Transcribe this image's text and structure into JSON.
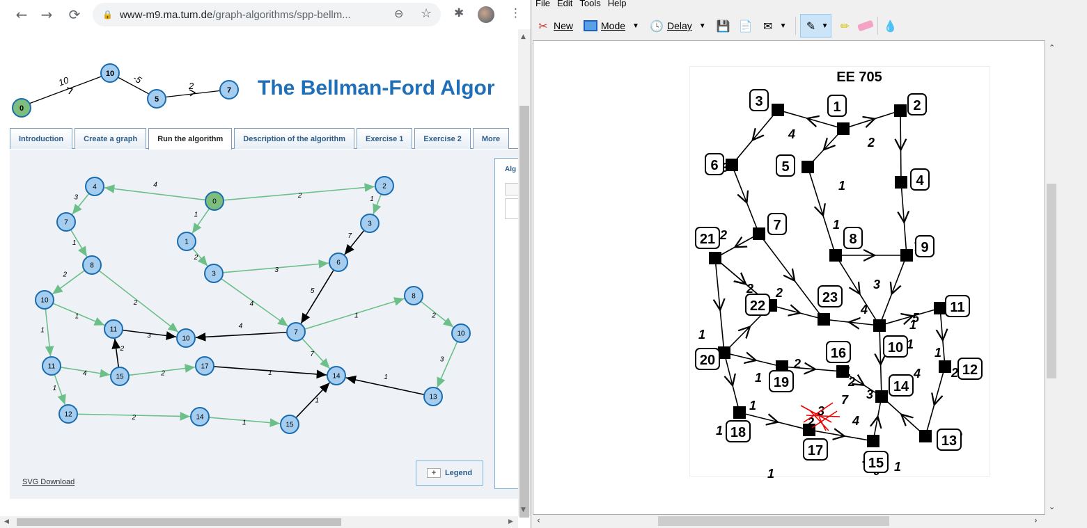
{
  "browser": {
    "url_host": "www-m9.ma.tum.de",
    "url_path": "/graph-algorithms/spp-bellm...",
    "page_title": "The Bellman-Ford Algor",
    "tabs": [
      {
        "label": "Introduction",
        "active": false
      },
      {
        "label": "Create a graph",
        "active": false
      },
      {
        "label": "Run the algorithm",
        "active": true
      },
      {
        "label": "Description of the algorithm",
        "active": false
      },
      {
        "label": "Exercise 1",
        "active": false
      },
      {
        "label": "Exercise 2",
        "active": false
      },
      {
        "label": "More",
        "active": false
      }
    ],
    "algo_panel_label": "Alg",
    "legend_label": "Legend",
    "legend_plus": "+",
    "svg_download": "SVG Download",
    "logo_graph": {
      "nodes": [
        "0",
        "10",
        "5",
        "7"
      ],
      "edges": [
        "10",
        "-5",
        "2"
      ]
    },
    "graph": {
      "nodes": [
        {
          "id": "n0",
          "label": "0",
          "start": true
        },
        {
          "id": "n4",
          "label": "4"
        },
        {
          "id": "n2",
          "label": "2"
        },
        {
          "id": "n7a",
          "label": "7"
        },
        {
          "id": "n1",
          "label": "1"
        },
        {
          "id": "n3b",
          "label": "3"
        },
        {
          "id": "n8a",
          "label": "8"
        },
        {
          "id": "n3",
          "label": "3"
        },
        {
          "id": "n6",
          "label": "6"
        },
        {
          "id": "n10a",
          "label": "10"
        },
        {
          "id": "n8b",
          "label": "8"
        },
        {
          "id": "n11a",
          "label": "11"
        },
        {
          "id": "n10b",
          "label": "10"
        },
        {
          "id": "n7",
          "label": "7"
        },
        {
          "id": "n10c",
          "label": "10"
        },
        {
          "id": "n11b",
          "label": "11"
        },
        {
          "id": "n15a",
          "label": "15"
        },
        {
          "id": "n17",
          "label": "17"
        },
        {
          "id": "n14a",
          "label": "14"
        },
        {
          "id": "n13",
          "label": "13"
        },
        {
          "id": "n12",
          "label": "12"
        },
        {
          "id": "n14b",
          "label": "14"
        },
        {
          "id": "n15b",
          "label": "15"
        }
      ],
      "edges": [
        {
          "from": "n0",
          "to": "n4",
          "w": "4",
          "color": "green"
        },
        {
          "from": "n0",
          "to": "n2",
          "w": "2",
          "color": "green"
        },
        {
          "from": "n0",
          "to": "n1",
          "w": "1",
          "color": "green"
        },
        {
          "from": "n4",
          "to": "n7a",
          "w": "3",
          "color": "green"
        },
        {
          "from": "n2",
          "to": "n3b",
          "w": "1",
          "color": "green"
        },
        {
          "from": "n7a",
          "to": "n8a",
          "w": "1",
          "color": "green"
        },
        {
          "from": "n1",
          "to": "n3",
          "w": "2",
          "color": "green"
        },
        {
          "from": "n3b",
          "to": "n6",
          "w": "7",
          "color": "black"
        },
        {
          "from": "n3",
          "to": "n6",
          "w": "3",
          "color": "green"
        },
        {
          "from": "n8a",
          "to": "n10a",
          "w": "2",
          "color": "green"
        },
        {
          "from": "n8a",
          "to": "n10b",
          "w": "2",
          "color": "green"
        },
        {
          "from": "n3",
          "to": "n7",
          "w": "4",
          "color": "green"
        },
        {
          "from": "n6",
          "to": "n7",
          "w": "5",
          "color": "black"
        },
        {
          "from": "n7",
          "to": "n8b",
          "w": "1",
          "color": "green"
        },
        {
          "from": "n8b",
          "to": "n10c",
          "w": "2",
          "color": "green"
        },
        {
          "from": "n10a",
          "to": "n11a",
          "w": "1",
          "color": "green"
        },
        {
          "from": "n10a",
          "to": "n11b",
          "w": "1",
          "color": "green"
        },
        {
          "from": "n11a",
          "to": "n10b",
          "w": "3",
          "color": "black"
        },
        {
          "from": "n7",
          "to": "n10b",
          "w": "4",
          "color": "black"
        },
        {
          "from": "n7",
          "to": "n14a",
          "w": "7",
          "color": "green"
        },
        {
          "from": "n10c",
          "to": "n13",
          "w": "3",
          "color": "green"
        },
        {
          "from": "n11b",
          "to": "n15a",
          "w": "4",
          "color": "green"
        },
        {
          "from": "n15a",
          "to": "n11a",
          "w": "2",
          "color": "black"
        },
        {
          "from": "n15a",
          "to": "n17",
          "w": "2",
          "color": "green"
        },
        {
          "from": "n17",
          "to": "n14a",
          "w": "1",
          "color": "black"
        },
        {
          "from": "n13",
          "to": "n14a",
          "w": "1",
          "color": "black"
        },
        {
          "from": "n11b",
          "to": "n12",
          "w": "1",
          "color": "green"
        },
        {
          "from": "n12",
          "to": "n14b",
          "w": "2",
          "color": "green"
        },
        {
          "from": "n14b",
          "to": "n15b",
          "w": "1",
          "color": "green"
        },
        {
          "from": "n15b",
          "to": "n14a",
          "w": "1",
          "color": "black"
        }
      ]
    }
  },
  "snipping_tool": {
    "menu": [
      "File",
      "Edit",
      "Tools",
      "Help"
    ],
    "toolbar": {
      "new": "New",
      "mode": "Mode",
      "delay": "Delay"
    },
    "figure": {
      "title": "EE 705",
      "nodes": [
        {
          "id": "1"
        },
        {
          "id": "2"
        },
        {
          "id": "3"
        },
        {
          "id": "4"
        },
        {
          "id": "5"
        },
        {
          "id": "6"
        },
        {
          "id": "7"
        },
        {
          "id": "8"
        },
        {
          "id": "9"
        },
        {
          "id": "10"
        },
        {
          "id": "11"
        },
        {
          "id": "12"
        },
        {
          "id": "13"
        },
        {
          "id": "14"
        },
        {
          "id": "15"
        },
        {
          "id": "16"
        },
        {
          "id": "17"
        },
        {
          "id": "18"
        },
        {
          "id": "19"
        },
        {
          "id": "20"
        },
        {
          "id": "21"
        },
        {
          "id": "22"
        },
        {
          "id": "23"
        }
      ],
      "edge_weights": [
        "4",
        "2",
        "3",
        "1",
        "1",
        "2",
        "1",
        "7",
        "2",
        "3",
        "2",
        "4",
        "5",
        "1",
        "2",
        "1",
        "3",
        "4",
        "1",
        "2",
        "1",
        "2",
        "7",
        "4",
        "2",
        "1",
        "1",
        "0",
        "1",
        "1",
        "3",
        "2",
        "1",
        "1",
        "1"
      ]
    }
  },
  "colors": {
    "accent": "#1f6fb8",
    "node_fill": "#a4cdf0",
    "start_fill": "#7dbd7d",
    "green_edge": "#6dbf8a"
  }
}
